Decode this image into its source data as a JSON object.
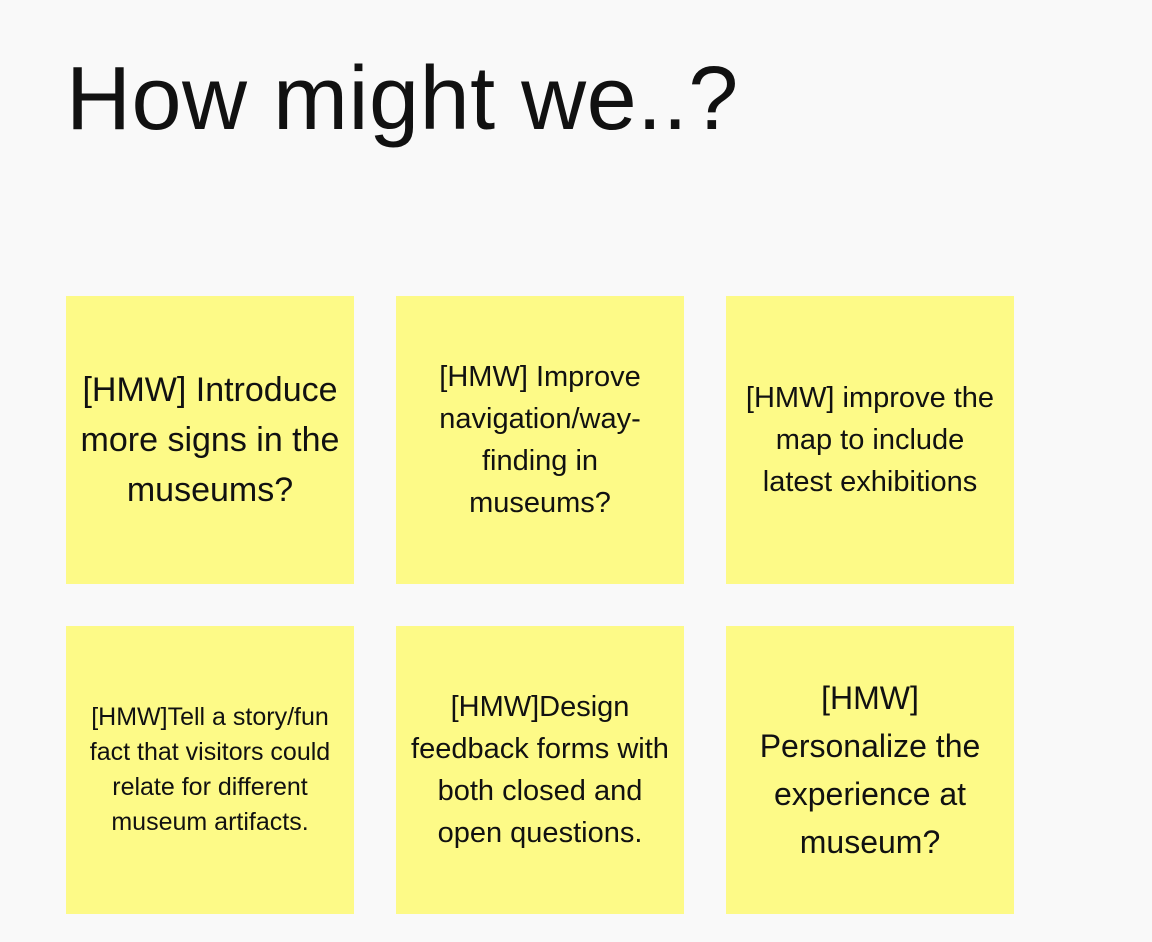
{
  "page": {
    "title": "How might we..?"
  },
  "colors": {
    "background": "#f9f9f9",
    "sticky_note": "#fdfa87",
    "text": "#111111"
  },
  "notes": [
    {
      "text": "[HMW] Introduce more signs in the museums?"
    },
    {
      "text": "[HMW] Improve navigation/way-finding in museums?"
    },
    {
      "text": "[HMW] improve the map to include latest exhibitions"
    },
    {
      "text": "[HMW]Tell a story/fun fact that visitors could relate for different museum artifacts."
    },
    {
      "text": "[HMW]Design feedback forms with both closed and open questions."
    },
    {
      "text": "[HMW] Personalize the experience at museum?"
    }
  ]
}
